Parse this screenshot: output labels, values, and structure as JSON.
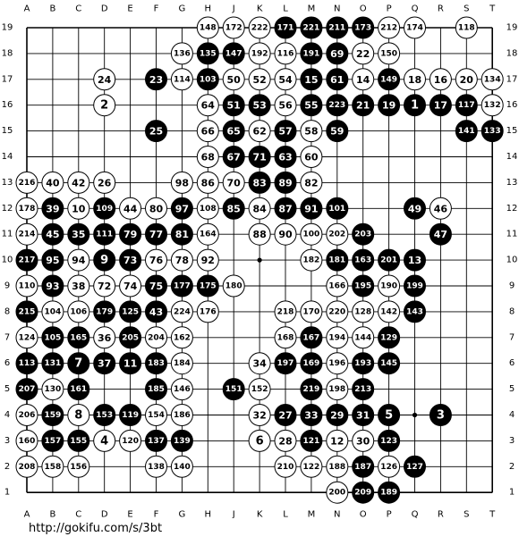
{
  "board": {
    "size": 19,
    "columns": [
      "A",
      "B",
      "C",
      "D",
      "E",
      "F",
      "G",
      "H",
      "J",
      "K",
      "L",
      "M",
      "N",
      "O",
      "P",
      "Q",
      "R",
      "S",
      "T"
    ],
    "rows": [
      19,
      18,
      17,
      16,
      15,
      14,
      13,
      12,
      11,
      10,
      9,
      8,
      7,
      6,
      5,
      4,
      3,
      2,
      1
    ],
    "hoshi": [
      [
        "D",
        16
      ],
      [
        "K",
        16
      ],
      [
        "Q",
        16
      ],
      [
        "D",
        10
      ],
      [
        "K",
        10
      ],
      [
        "Q",
        10
      ],
      [
        "D",
        4
      ],
      [
        "K",
        4
      ],
      [
        "Q",
        4
      ]
    ],
    "stones": [
      [
        "H",
        19,
        "w",
        "148"
      ],
      [
        "J",
        19,
        "w",
        "172"
      ],
      [
        "K",
        19,
        "w",
        "222"
      ],
      [
        "L",
        19,
        "b",
        "171"
      ],
      [
        "M",
        19,
        "b",
        "221"
      ],
      [
        "N",
        19,
        "b",
        "211"
      ],
      [
        "O",
        19,
        "b",
        "173"
      ],
      [
        "P",
        19,
        "w",
        "212"
      ],
      [
        "Q",
        19,
        "w",
        "174"
      ],
      [
        "S",
        19,
        "w",
        "118"
      ],
      [
        "G",
        18,
        "w",
        "136"
      ],
      [
        "H",
        18,
        "b",
        "135"
      ],
      [
        "J",
        18,
        "b",
        "147"
      ],
      [
        "K",
        18,
        "w",
        "192"
      ],
      [
        "L",
        18,
        "w",
        "116"
      ],
      [
        "M",
        18,
        "b",
        "191"
      ],
      [
        "N",
        18,
        "b",
        "69"
      ],
      [
        "O",
        18,
        "w",
        "22"
      ],
      [
        "P",
        18,
        "w",
        "150"
      ],
      [
        "D",
        17,
        "w",
        "24"
      ],
      [
        "F",
        17,
        "b",
        "23"
      ],
      [
        "G",
        17,
        "w",
        "114"
      ],
      [
        "H",
        17,
        "b",
        "103"
      ],
      [
        "J",
        17,
        "w",
        "50"
      ],
      [
        "K",
        17,
        "w",
        "52"
      ],
      [
        "L",
        17,
        "w",
        "54"
      ],
      [
        "M",
        17,
        "b",
        "15"
      ],
      [
        "N",
        17,
        "b",
        "61"
      ],
      [
        "O",
        17,
        "w",
        "14"
      ],
      [
        "P",
        17,
        "b",
        "149"
      ],
      [
        "Q",
        17,
        "w",
        "18"
      ],
      [
        "R",
        17,
        "w",
        "16"
      ],
      [
        "S",
        17,
        "w",
        "20"
      ],
      [
        "T",
        17,
        "w",
        "134"
      ],
      [
        "D",
        16,
        "w",
        "2"
      ],
      [
        "H",
        16,
        "w",
        "64"
      ],
      [
        "J",
        16,
        "b",
        "51"
      ],
      [
        "K",
        16,
        "b",
        "53"
      ],
      [
        "L",
        16,
        "w",
        "56"
      ],
      [
        "M",
        16,
        "b",
        "55"
      ],
      [
        "N",
        16,
        "b",
        "223"
      ],
      [
        "O",
        16,
        "b",
        "21"
      ],
      [
        "P",
        16,
        "b",
        "19"
      ],
      [
        "Q",
        16,
        "b",
        "1"
      ],
      [
        "R",
        16,
        "b",
        "17"
      ],
      [
        "S",
        16,
        "b",
        "117"
      ],
      [
        "T",
        16,
        "w",
        "132"
      ],
      [
        "F",
        15,
        "b",
        "25"
      ],
      [
        "H",
        15,
        "w",
        "66"
      ],
      [
        "J",
        15,
        "b",
        "65"
      ],
      [
        "K",
        15,
        "w",
        "62"
      ],
      [
        "L",
        15,
        "b",
        "57"
      ],
      [
        "M",
        15,
        "w",
        "58"
      ],
      [
        "N",
        15,
        "b",
        "59"
      ],
      [
        "S",
        15,
        "b",
        "141"
      ],
      [
        "T",
        15,
        "b",
        "133"
      ],
      [
        "H",
        14,
        "w",
        "68"
      ],
      [
        "J",
        14,
        "b",
        "67"
      ],
      [
        "K",
        14,
        "b",
        "71"
      ],
      [
        "L",
        14,
        "b",
        "63"
      ],
      [
        "M",
        14,
        "w",
        "60"
      ],
      [
        "A",
        13,
        "w",
        "216"
      ],
      [
        "B",
        13,
        "w",
        "40"
      ],
      [
        "C",
        13,
        "w",
        "42"
      ],
      [
        "D",
        13,
        "w",
        "26"
      ],
      [
        "G",
        13,
        "w",
        "98"
      ],
      [
        "H",
        13,
        "w",
        "86"
      ],
      [
        "J",
        13,
        "w",
        "70"
      ],
      [
        "K",
        13,
        "b",
        "83"
      ],
      [
        "L",
        13,
        "b",
        "89"
      ],
      [
        "M",
        13,
        "w",
        "82"
      ],
      [
        "A",
        12,
        "w",
        "178"
      ],
      [
        "B",
        12,
        "b",
        "39"
      ],
      [
        "C",
        12,
        "w",
        "10"
      ],
      [
        "D",
        12,
        "b",
        "109"
      ],
      [
        "E",
        12,
        "w",
        "44"
      ],
      [
        "F",
        12,
        "w",
        "80"
      ],
      [
        "G",
        12,
        "b",
        "97"
      ],
      [
        "H",
        12,
        "w",
        "108"
      ],
      [
        "J",
        12,
        "b",
        "85"
      ],
      [
        "K",
        12,
        "w",
        "84"
      ],
      [
        "L",
        12,
        "b",
        "87"
      ],
      [
        "M",
        12,
        "b",
        "91"
      ],
      [
        "N",
        12,
        "b",
        "101"
      ],
      [
        "Q",
        12,
        "b",
        "49"
      ],
      [
        "R",
        12,
        "w",
        "46"
      ],
      [
        "A",
        11,
        "w",
        "214"
      ],
      [
        "B",
        11,
        "b",
        "45"
      ],
      [
        "C",
        11,
        "b",
        "35"
      ],
      [
        "D",
        11,
        "b",
        "111"
      ],
      [
        "E",
        11,
        "b",
        "79"
      ],
      [
        "F",
        11,
        "b",
        "77"
      ],
      [
        "G",
        11,
        "b",
        "81"
      ],
      [
        "H",
        11,
        "w",
        "164"
      ],
      [
        "K",
        11,
        "w",
        "88"
      ],
      [
        "L",
        11,
        "w",
        "90"
      ],
      [
        "M",
        11,
        "w",
        "100"
      ],
      [
        "N",
        11,
        "w",
        "202"
      ],
      [
        "O",
        11,
        "b",
        "203"
      ],
      [
        "R",
        11,
        "b",
        "47"
      ],
      [
        "A",
        10,
        "b",
        "217"
      ],
      [
        "B",
        10,
        "b",
        "95"
      ],
      [
        "C",
        10,
        "w",
        "94"
      ],
      [
        "D",
        10,
        "b",
        "9"
      ],
      [
        "E",
        10,
        "b",
        "73"
      ],
      [
        "F",
        10,
        "w",
        "76"
      ],
      [
        "G",
        10,
        "w",
        "78"
      ],
      [
        "H",
        10,
        "w",
        "92"
      ],
      [
        "M",
        10,
        "w",
        "182"
      ],
      [
        "N",
        10,
        "b",
        "181"
      ],
      [
        "O",
        10,
        "b",
        "163"
      ],
      [
        "P",
        10,
        "b",
        "201"
      ],
      [
        "Q",
        10,
        "b",
        "13"
      ],
      [
        "A",
        9,
        "w",
        "110"
      ],
      [
        "B",
        9,
        "b",
        "93"
      ],
      [
        "C",
        9,
        "w",
        "38"
      ],
      [
        "D",
        9,
        "w",
        "72"
      ],
      [
        "E",
        9,
        "w",
        "74"
      ],
      [
        "F",
        9,
        "b",
        "75"
      ],
      [
        "G",
        9,
        "b",
        "177"
      ],
      [
        "H",
        9,
        "b",
        "175"
      ],
      [
        "J",
        9,
        "w",
        "180"
      ],
      [
        "N",
        9,
        "w",
        "166"
      ],
      [
        "O",
        9,
        "b",
        "195"
      ],
      [
        "P",
        9,
        "w",
        "190"
      ],
      [
        "Q",
        9,
        "b",
        "199"
      ],
      [
        "A",
        8,
        "b",
        "215"
      ],
      [
        "B",
        8,
        "w",
        "104"
      ],
      [
        "C",
        8,
        "w",
        "106"
      ],
      [
        "D",
        8,
        "b",
        "179"
      ],
      [
        "E",
        8,
        "b",
        "125"
      ],
      [
        "F",
        8,
        "b",
        "43"
      ],
      [
        "G",
        8,
        "w",
        "224"
      ],
      [
        "H",
        8,
        "w",
        "176"
      ],
      [
        "L",
        8,
        "w",
        "218"
      ],
      [
        "M",
        8,
        "w",
        "170"
      ],
      [
        "N",
        8,
        "w",
        "220"
      ],
      [
        "O",
        8,
        "w",
        "128"
      ],
      [
        "P",
        8,
        "w",
        "142"
      ],
      [
        "Q",
        8,
        "b",
        "143"
      ],
      [
        "A",
        7,
        "w",
        "124"
      ],
      [
        "B",
        7,
        "b",
        "105"
      ],
      [
        "C",
        7,
        "b",
        "165"
      ],
      [
        "D",
        7,
        "w",
        "36"
      ],
      [
        "E",
        7,
        "b",
        "205"
      ],
      [
        "F",
        7,
        "w",
        "204"
      ],
      [
        "G",
        7,
        "w",
        "162"
      ],
      [
        "L",
        7,
        "w",
        "168"
      ],
      [
        "M",
        7,
        "b",
        "167"
      ],
      [
        "N",
        7,
        "w",
        "194"
      ],
      [
        "O",
        7,
        "w",
        "144"
      ],
      [
        "P",
        7,
        "b",
        "129"
      ],
      [
        "A",
        6,
        "b",
        "113"
      ],
      [
        "B",
        6,
        "b",
        "131"
      ],
      [
        "C",
        6,
        "b",
        "7"
      ],
      [
        "D",
        6,
        "b",
        "37"
      ],
      [
        "E",
        6,
        "b",
        "11"
      ],
      [
        "F",
        6,
        "b",
        "183"
      ],
      [
        "G",
        6,
        "w",
        "184"
      ],
      [
        "K",
        6,
        "w",
        "34"
      ],
      [
        "L",
        6,
        "b",
        "197"
      ],
      [
        "M",
        6,
        "b",
        "169"
      ],
      [
        "N",
        6,
        "w",
        "196"
      ],
      [
        "O",
        6,
        "b",
        "193"
      ],
      [
        "P",
        6,
        "b",
        "145"
      ],
      [
        "A",
        5,
        "b",
        "207"
      ],
      [
        "B",
        5,
        "w",
        "130"
      ],
      [
        "C",
        5,
        "b",
        "161"
      ],
      [
        "F",
        5,
        "b",
        "185"
      ],
      [
        "G",
        5,
        "w",
        "146"
      ],
      [
        "J",
        5,
        "b",
        "151"
      ],
      [
        "K",
        5,
        "w",
        "152"
      ],
      [
        "M",
        5,
        "b",
        "219"
      ],
      [
        "N",
        5,
        "w",
        "198"
      ],
      [
        "O",
        5,
        "b",
        "213"
      ],
      [
        "A",
        4,
        "w",
        "206"
      ],
      [
        "B",
        4,
        "b",
        "159"
      ],
      [
        "C",
        4,
        "w",
        "8"
      ],
      [
        "D",
        4,
        "b",
        "153"
      ],
      [
        "E",
        4,
        "b",
        "119"
      ],
      [
        "F",
        4,
        "w",
        "154"
      ],
      [
        "G",
        4,
        "w",
        "186"
      ],
      [
        "K",
        4,
        "w",
        "32"
      ],
      [
        "L",
        4,
        "b",
        "27"
      ],
      [
        "M",
        4,
        "b",
        "33"
      ],
      [
        "N",
        4,
        "b",
        "29"
      ],
      [
        "O",
        4,
        "b",
        "31"
      ],
      [
        "P",
        4,
        "b",
        "5"
      ],
      [
        "R",
        4,
        "b",
        "3"
      ],
      [
        "A",
        3,
        "w",
        "160"
      ],
      [
        "B",
        3,
        "b",
        "157"
      ],
      [
        "C",
        3,
        "b",
        "155"
      ],
      [
        "D",
        3,
        "w",
        "4"
      ],
      [
        "E",
        3,
        "w",
        "120"
      ],
      [
        "F",
        3,
        "b",
        "137"
      ],
      [
        "G",
        3,
        "b",
        "139"
      ],
      [
        "K",
        3,
        "w",
        "6"
      ],
      [
        "L",
        3,
        "w",
        "28"
      ],
      [
        "M",
        3,
        "b",
        "121"
      ],
      [
        "N",
        3,
        "w",
        "12"
      ],
      [
        "O",
        3,
        "w",
        "30"
      ],
      [
        "P",
        3,
        "b",
        "123"
      ],
      [
        "A",
        2,
        "w",
        "208"
      ],
      [
        "B",
        2,
        "w",
        "158"
      ],
      [
        "C",
        2,
        "w",
        "156"
      ],
      [
        "F",
        2,
        "w",
        "138"
      ],
      [
        "G",
        2,
        "w",
        "140"
      ],
      [
        "L",
        2,
        "w",
        "210"
      ],
      [
        "M",
        2,
        "w",
        "122"
      ],
      [
        "N",
        2,
        "w",
        "188"
      ],
      [
        "O",
        2,
        "b",
        "187"
      ],
      [
        "P",
        2,
        "w",
        "126"
      ],
      [
        "Q",
        2,
        "b",
        "127"
      ],
      [
        "N",
        1,
        "w",
        "200"
      ],
      [
        "O",
        1,
        "b",
        "209"
      ],
      [
        "P",
        1,
        "b",
        "189"
      ]
    ]
  },
  "footer": {
    "url": "http://gokifu.com/s/3bt"
  }
}
